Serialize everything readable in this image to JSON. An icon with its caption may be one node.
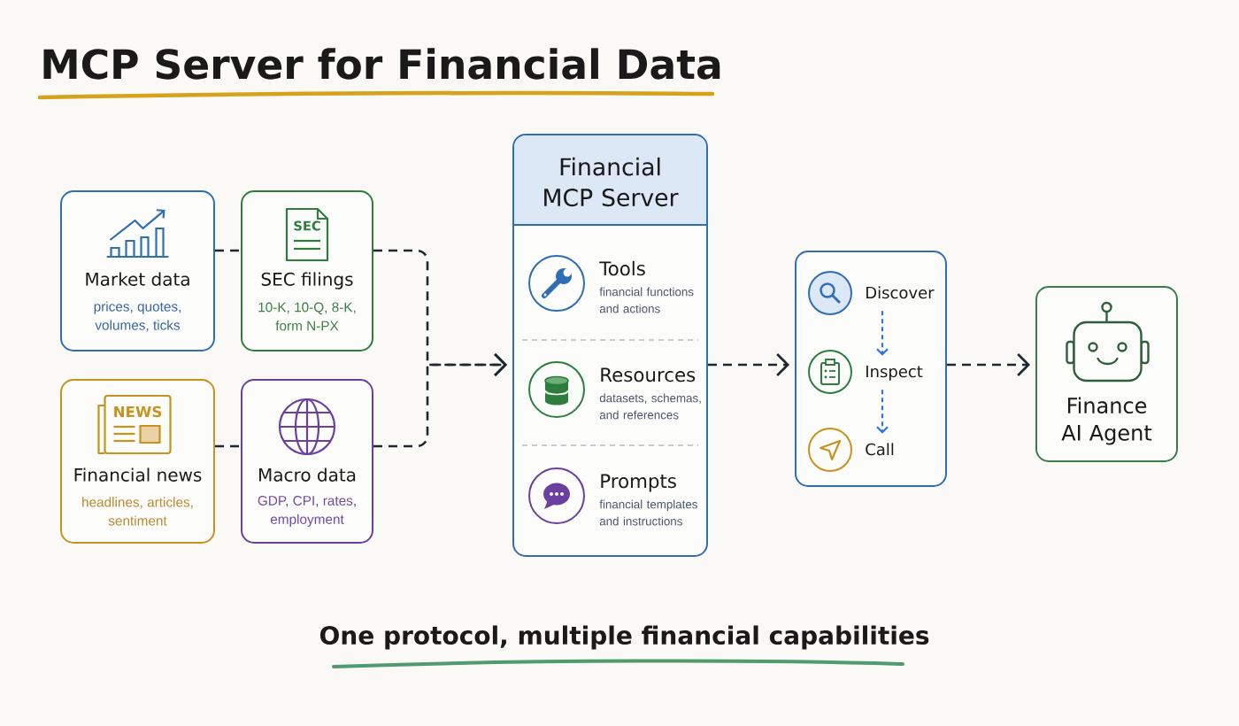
{
  "diagram": {
    "title": "MCP Server for Financial Data",
    "caption": "One protocol, multiple financial capabilities",
    "nodes": [
      {
        "text": [
          "Market data",
          "prices, quotes, volumes, ticks"
        ]
      },
      {
        "text": [
          "SEC",
          "SEC filings",
          "10-K, 10-Q, 8-K, form N-PX"
        ]
      },
      {
        "text": [
          "NEWS",
          "Financial news",
          "headlines, articles, sentiment"
        ]
      },
      {
        "text": [
          "Macro data",
          "GDP, CPI, rates, employment"
        ]
      },
      {
        "text": [
          "Financial MCP Server"
        ]
      },
      {
        "text": [
          "Tools",
          "financial functions and actions"
        ],
        "in": 4
      },
      {
        "text": [
          "Resources",
          "datasets, schemas, and references"
        ],
        "in": 4
      },
      {
        "text": [
          "Prompts",
          "financial templates and instructions"
        ],
        "in": 4
      },
      {
        "text": [],
        "shape": "box"
      },
      {
        "text": [
          "Discover"
        ],
        "in": 8
      },
      {
        "text": [
          "Inspect"
        ],
        "in": 8
      },
      {
        "text": [
          "Call"
        ],
        "in": 8
      },
      {
        "text": [
          "Finance AI Agent"
        ]
      }
    ],
    "edges": [
      {
        "from": 0,
        "to": 1,
        "arrow": "none",
        "style": "dashed"
      },
      {
        "from": 1,
        "to": 4,
        "arrow": "to",
        "style": "dashed"
      },
      {
        "from": 2,
        "to": 3,
        "arrow": "none",
        "style": "dashed"
      },
      {
        "from": 3,
        "to": 4,
        "arrow": "to",
        "style": "dashed"
      },
      {
        "from": 4,
        "to": 8,
        "arrow": "to",
        "style": "dashed"
      },
      {
        "from": 8,
        "to": 12,
        "arrow": "to",
        "style": "dashed"
      },
      {
        "from": 9,
        "to": 10,
        "arrow": "to",
        "style": "dashed",
        "color": "#2f74db"
      },
      {
        "from": 10,
        "to": 11,
        "arrow": "to",
        "style": "dashed",
        "color": "#2f74db"
      }
    ]
  }
}
